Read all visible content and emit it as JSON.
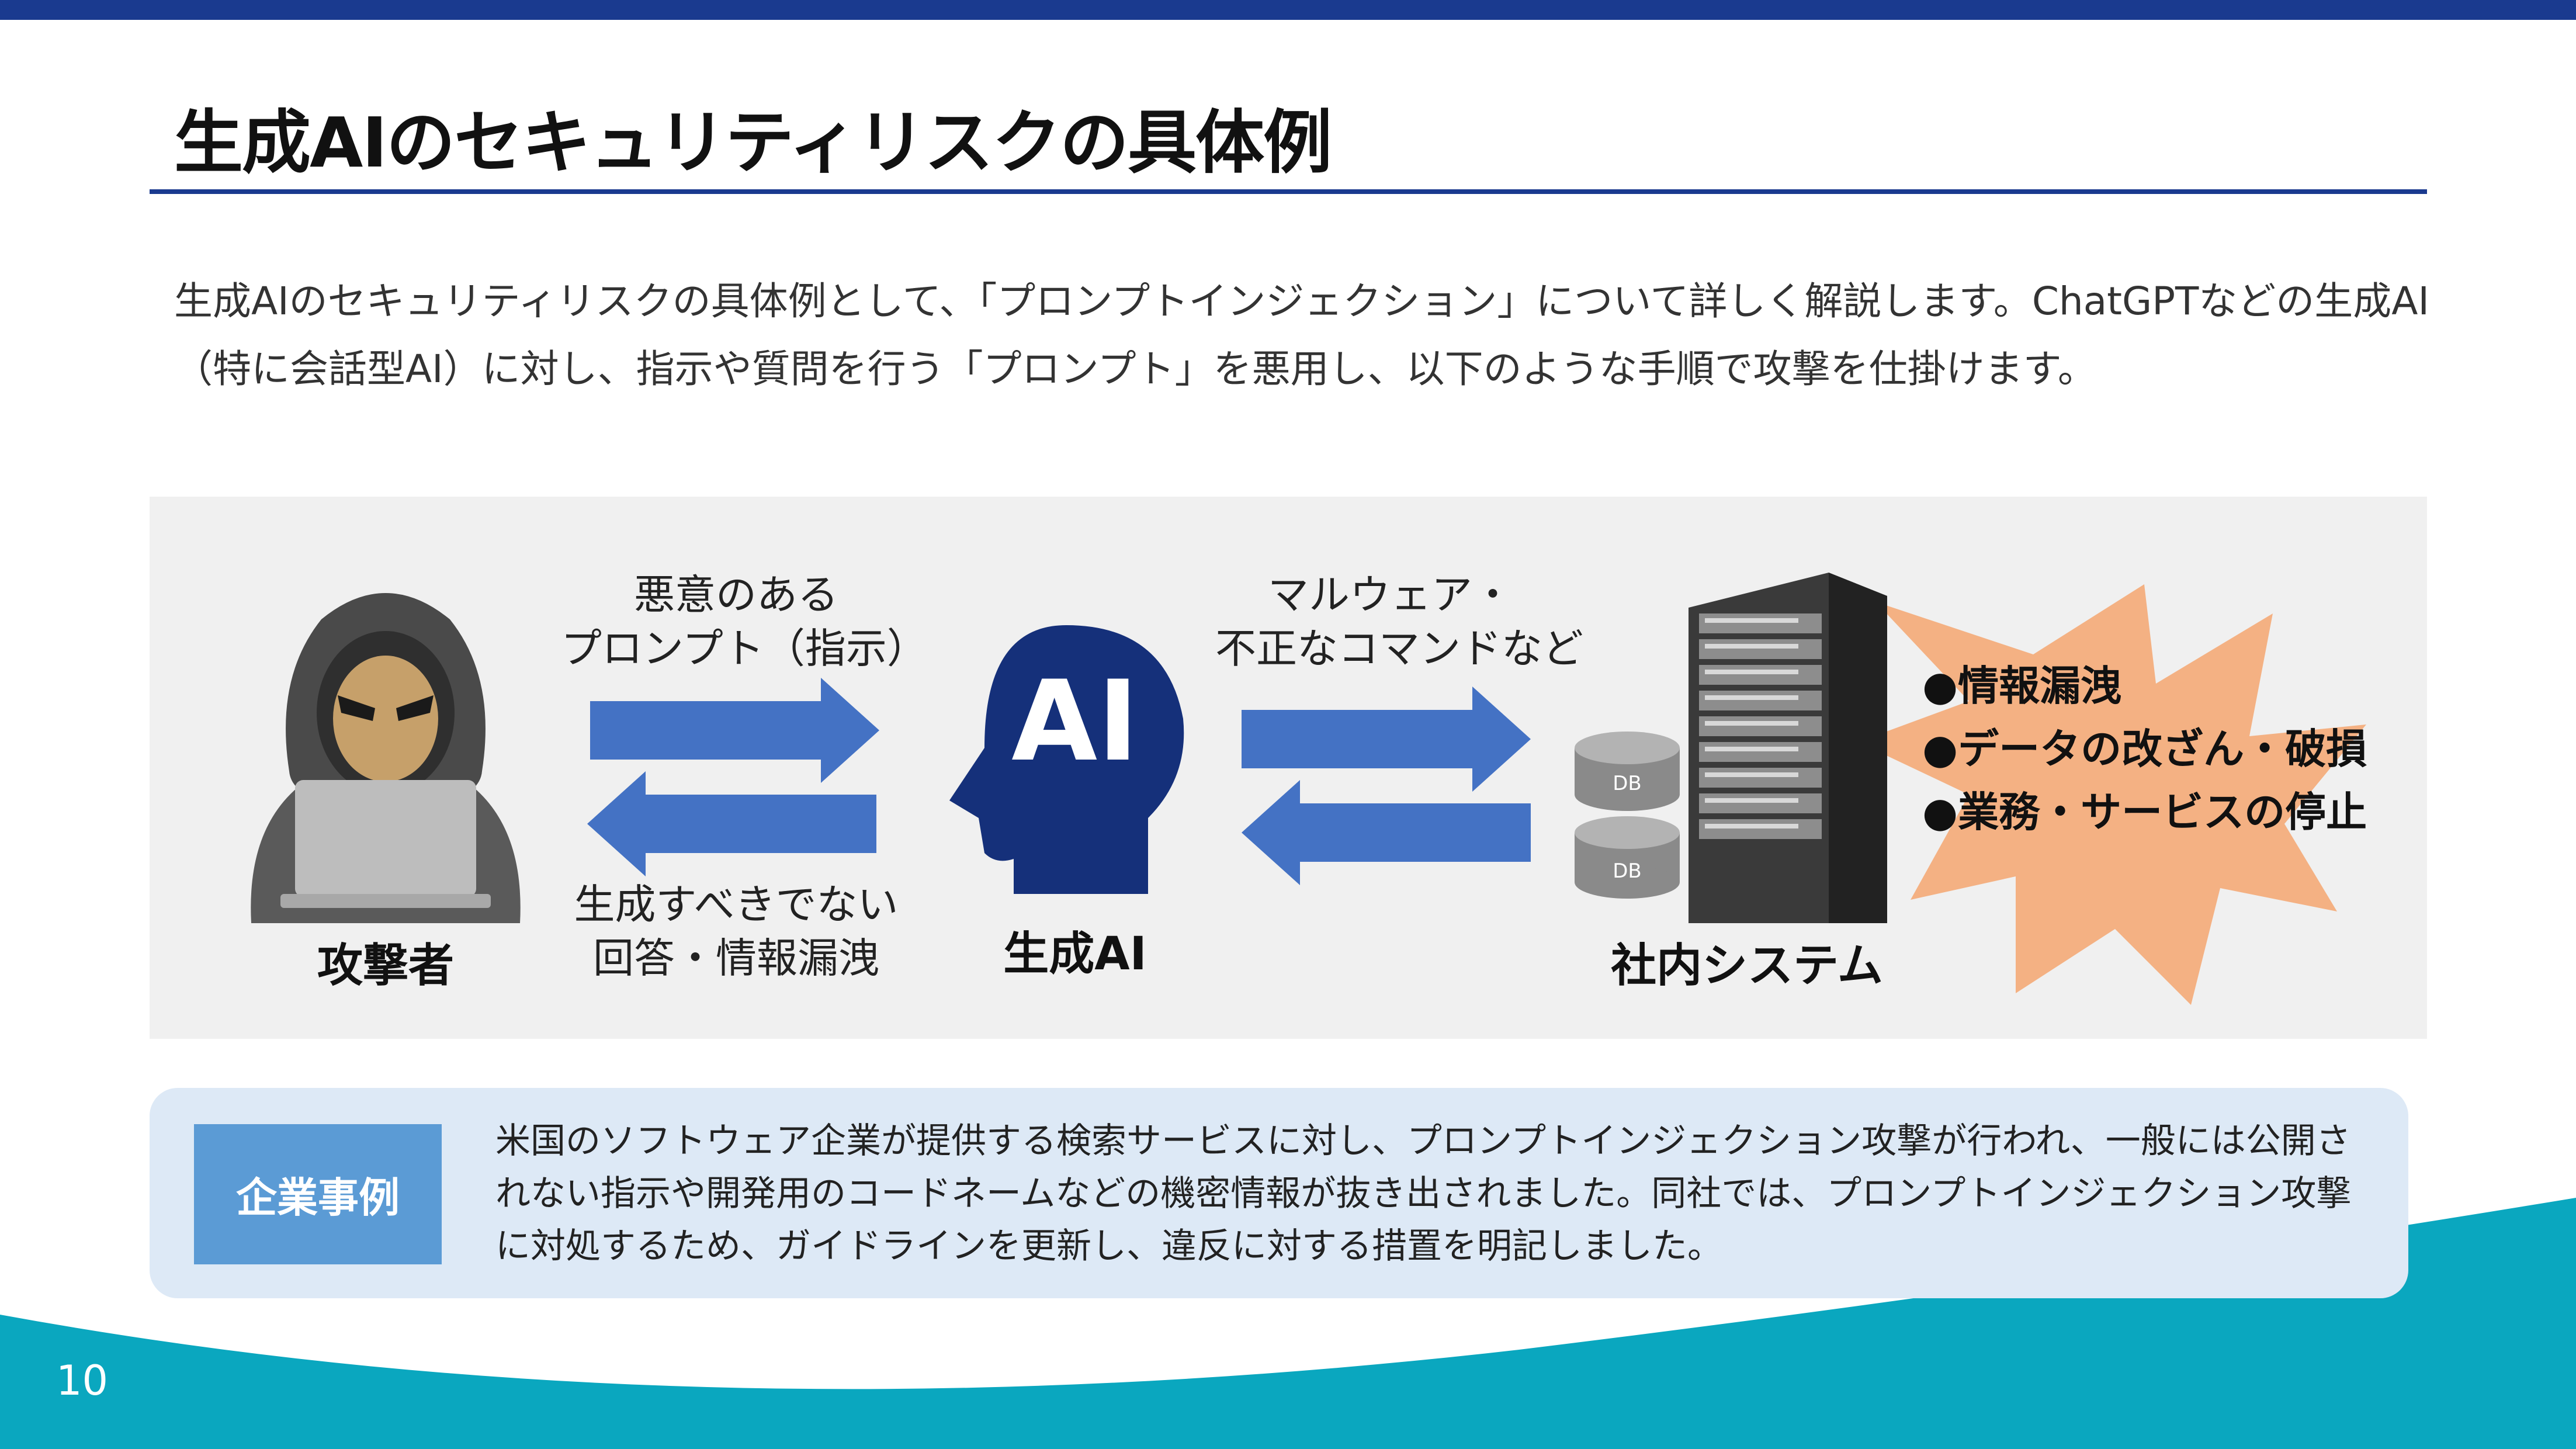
{
  "slide": {
    "title": "生成AIのセキュリティリスクの具体例",
    "intro": "生成AIのセキュリティリスクの具体例として、「プロンプトインジェクション」について詳しく解説します。ChatGPTなどの生成AI（特に会話型AI）に対し、指示や質問を行う「プロンプト」を悪用し、以下のような手順で攻撃を仕掛けます。",
    "page_number": "10"
  },
  "diagram": {
    "attacker_label": "攻撃者",
    "ai_label": "生成AI",
    "ai_icon_text": "AI",
    "system_label": "社内システム",
    "db_label": "DB",
    "arrow_top_left": [
      "悪意のある",
      "プロンプト（指示）"
    ],
    "arrow_bottom_left": [
      "生成すべきでない",
      "回答・情報漏洩"
    ],
    "arrow_top_right": [
      "マルウェア・",
      "不正なコマンドなど"
    ],
    "impacts": [
      "●情報漏洩",
      "●データの改ざん・破損",
      "●業務・サービスの停止"
    ]
  },
  "case_study": {
    "badge": "企業事例",
    "text": "米国のソフトウェア企業が提供する検索サービスに対し、プロンプトインジェクション攻撃が行われ、一般には公開されない指示や開発用のコードネームなどの機密情報が抜き出されました。同社では、プロンプトインジェクション攻撃に対処するため、ガイドラインを更新し、違反に対する措置を明記しました。"
  },
  "colors": {
    "brand_navy": "#1a3a8f",
    "arrow_blue": "#4472c4",
    "ai_navy": "#15307a",
    "burst_orange": "#f4b183",
    "case_bg": "#dde9f6",
    "badge_blue": "#5b9bd5",
    "wave_teal": "#0aa7bf"
  },
  "icons": [
    "hacker-icon",
    "ai-head-icon",
    "server-rack-icon",
    "database-icon",
    "burst-icon"
  ]
}
